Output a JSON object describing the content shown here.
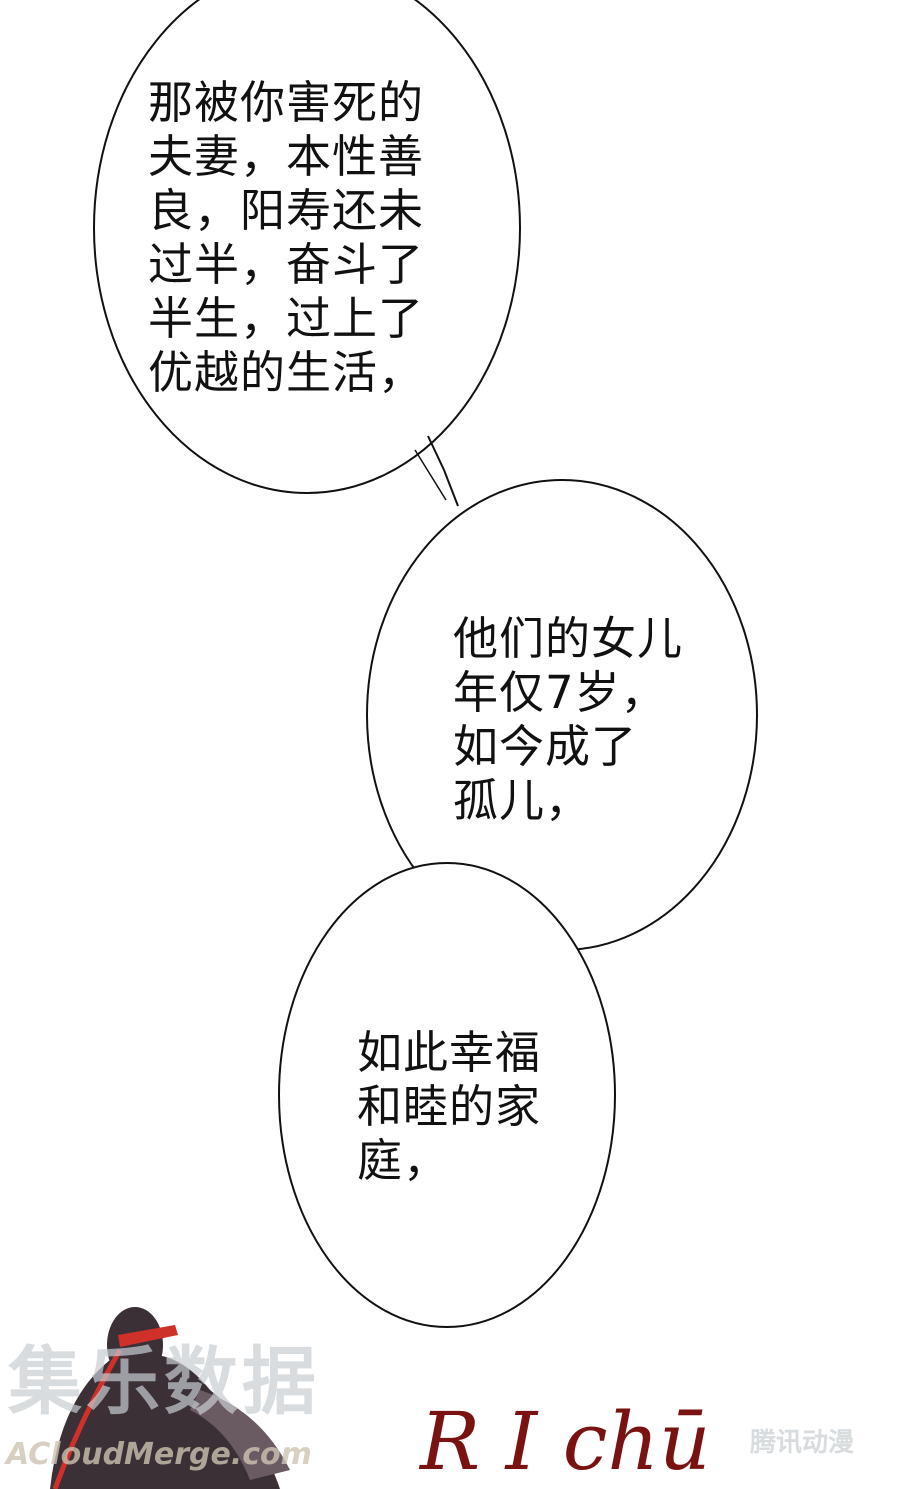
{
  "bubbles": [
    {
      "lines": [
        "那被你害死的",
        "夫妻，本性善",
        "良，阳寿还未",
        "过半，奋斗了",
        "半生，过上了",
        "优越的生活，"
      ]
    },
    {
      "lines": [
        "他们的女儿",
        "年仅7岁，",
        "如今成了",
        "孤儿，"
      ]
    },
    {
      "lines": [
        "如此幸福",
        "和睦的家",
        "庭，"
      ]
    }
  ],
  "watermark": {
    "title": "集乐数据",
    "url": "ACloudMerge.com",
    "corner": "腾讯动漫"
  },
  "signature": "R I chū",
  "colors": {
    "outline": "#111111",
    "signature": "#7a1212",
    "ribbon": "#d0302a",
    "hair": "#3a3036"
  }
}
